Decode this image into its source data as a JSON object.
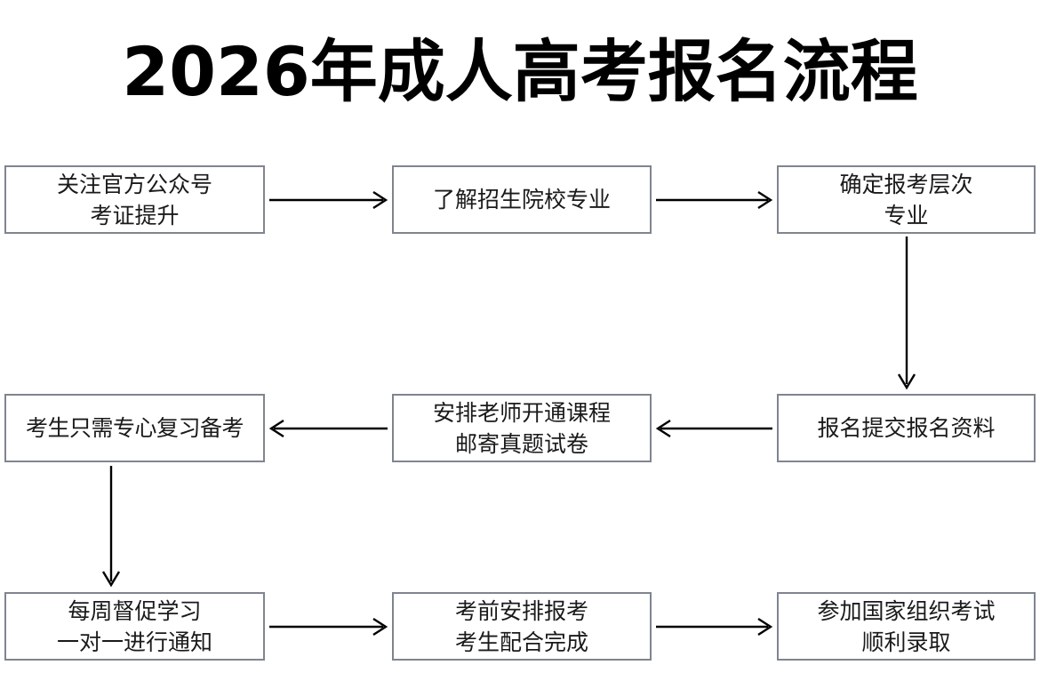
{
  "page": {
    "title": "2026年成人高考报名流程",
    "background_color": "#ffffff",
    "box_border_color": "#7f858f",
    "text_color": "#1a1a1a",
    "arrow_color": "#000000"
  },
  "flow": {
    "nodes": [
      {
        "id": "follow",
        "lines": [
          "关注官方公众号",
          "考证提升"
        ]
      },
      {
        "id": "schools",
        "lines": [
          "了解招生院校专业"
        ]
      },
      {
        "id": "level",
        "lines": [
          "确定报考层次",
          "专业"
        ]
      },
      {
        "id": "review",
        "lines": [
          "考生只需专心复习备考"
        ]
      },
      {
        "id": "teacher",
        "lines": [
          "安排老师开通课程",
          "邮寄真题试卷"
        ]
      },
      {
        "id": "submit",
        "lines": [
          "报名提交报名资料"
        ]
      },
      {
        "id": "weekly",
        "lines": [
          "每周督促学习",
          "一对一进行通知"
        ]
      },
      {
        "id": "prereg",
        "lines": [
          "考前安排报考",
          "考生配合完成"
        ]
      },
      {
        "id": "exam",
        "lines": [
          "参加国家组织考试",
          "顺利录取"
        ]
      }
    ],
    "connectors": [
      {
        "id": "r1-a",
        "from": "follow",
        "to": "schools",
        "direction": "right"
      },
      {
        "id": "r1-b",
        "from": "schools",
        "to": "level",
        "direction": "right"
      },
      {
        "id": "v-right",
        "from": "level",
        "to": "submit",
        "direction": "down"
      },
      {
        "id": "r2-b",
        "from": "submit",
        "to": "teacher",
        "direction": "left"
      },
      {
        "id": "r2-a",
        "from": "teacher",
        "to": "review",
        "direction": "left"
      },
      {
        "id": "v-left",
        "from": "review",
        "to": "weekly",
        "direction": "down"
      },
      {
        "id": "r3-a",
        "from": "weekly",
        "to": "prereg",
        "direction": "right"
      },
      {
        "id": "r3-b",
        "from": "prereg",
        "to": "exam",
        "direction": "right"
      }
    ]
  }
}
